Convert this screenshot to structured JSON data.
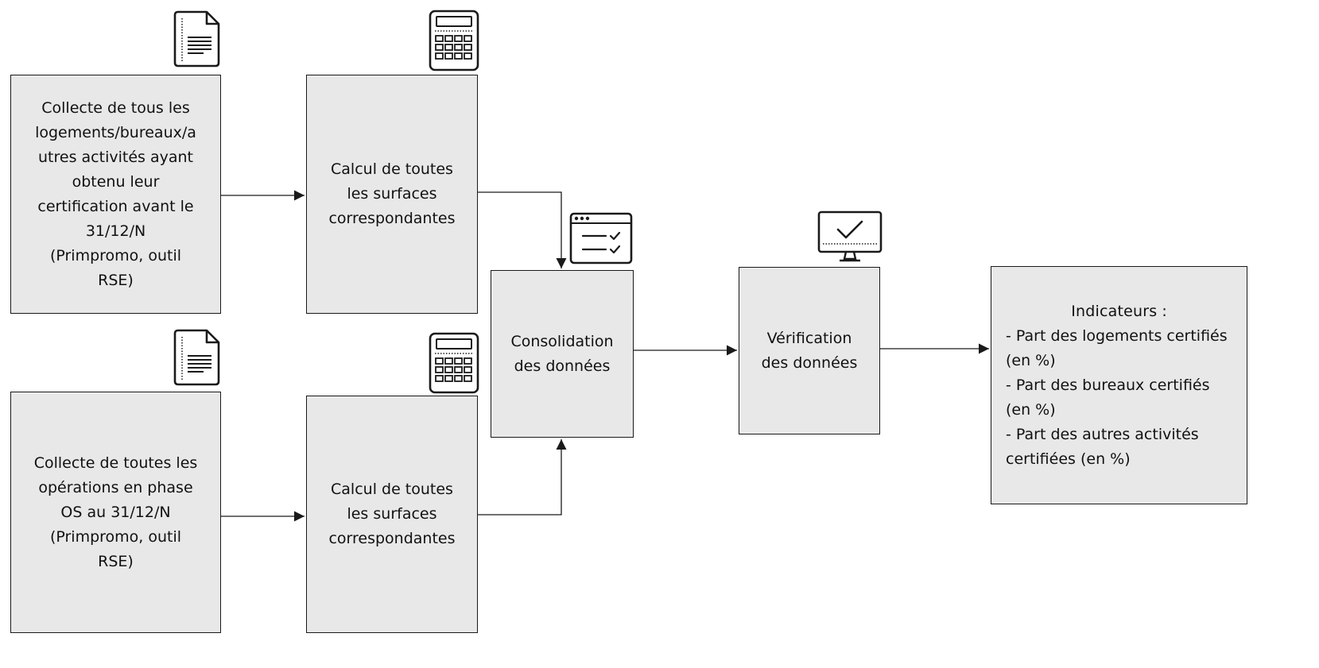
{
  "nodes": {
    "collect1": "Collecte de tous les\nlogements/bureaux/a\nutres activités ayant\nobtenu leur\ncertification avant le\n31/12/N\n(Primpromo, outil\nRSE)",
    "calc1": "Calcul de toutes\nles surfaces\ncorrespondantes",
    "collect2": "Collecte de toutes les\nopérations en phase\nOS au 31/12/N\n(Primpromo, outil\nRSE)",
    "calc2": "Calcul de toutes\nles surfaces\ncorrespondantes",
    "conso": "Consolidation\ndes données",
    "verif": "Vérification\ndes données"
  },
  "indicators": {
    "title": "Indicateurs",
    "title_suffix": " :",
    "items": [
      "- Part des logements certifiés (en %)",
      "- Part des bureaux certifiés (en %)",
      "- Part des autres activités certifiées (en %)"
    ]
  },
  "icons": {
    "doc1": "document-icon",
    "doc2": "document-icon",
    "calc1": "calculator-icon",
    "calc2": "calculator-icon",
    "checklist": "checklist-window-icon",
    "monitor": "monitor-check-icon"
  },
  "colors": {
    "box_fill": "#e8e8e8",
    "stroke": "#1a1a1a"
  }
}
